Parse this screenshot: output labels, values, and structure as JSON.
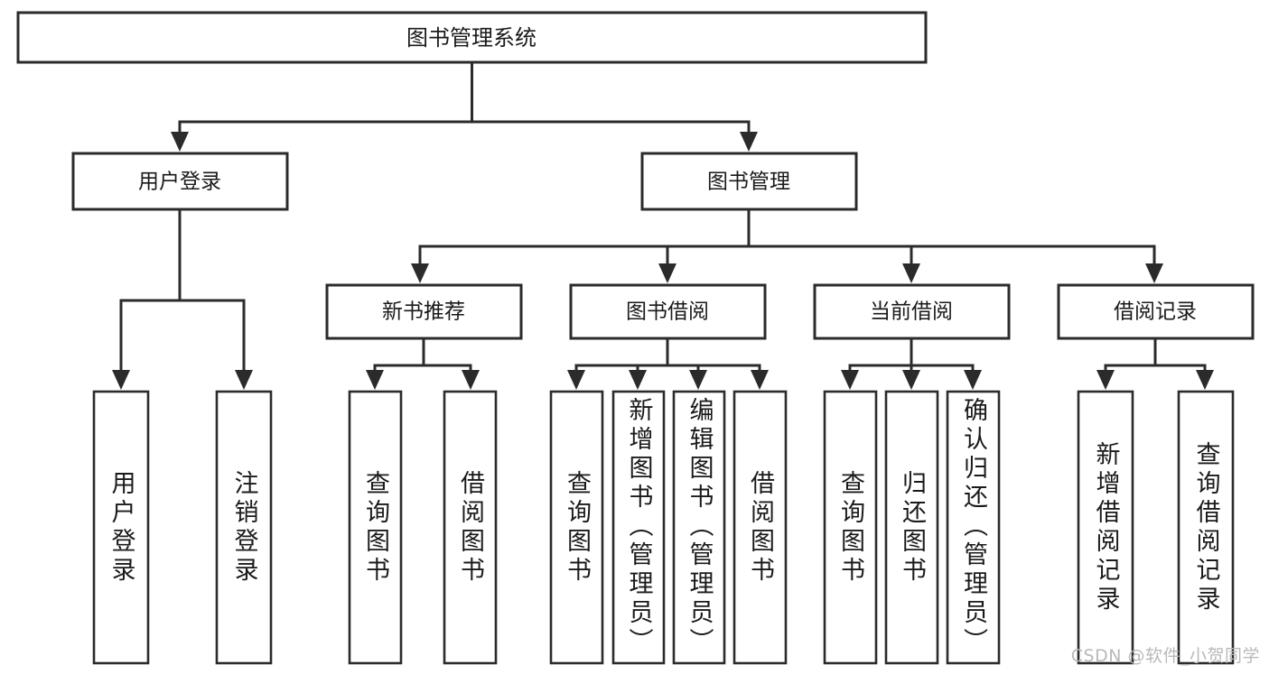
{
  "diagram": {
    "type": "tree",
    "title": "图书管理系统",
    "orientation": "top-down",
    "root": {
      "id": "root",
      "label": "图书管理系统",
      "level": 0
    },
    "level2": [
      {
        "id": "user-login",
        "label": "用户登录"
      },
      {
        "id": "book-manage",
        "label": "图书管理"
      }
    ],
    "level3": [
      {
        "id": "new-book-recommend",
        "label": "新书推荐",
        "parent": "book-manage"
      },
      {
        "id": "book-borrow",
        "label": "图书借阅",
        "parent": "book-manage"
      },
      {
        "id": "current-borrow",
        "label": "当前借阅",
        "parent": "book-manage"
      },
      {
        "id": "borrow-record",
        "label": "借阅记录",
        "parent": "book-manage"
      }
    ],
    "leaves": [
      {
        "id": "leaf-user-login",
        "label": "用户登录",
        "parent": "user-login"
      },
      {
        "id": "leaf-user-logout",
        "label": "注销登录",
        "parent": "user-login"
      },
      {
        "id": "leaf-query-book-1",
        "label": "查询图书",
        "parent": "new-book-recommend"
      },
      {
        "id": "leaf-borrow-book-1",
        "label": "借阅图书",
        "parent": "new-book-recommend"
      },
      {
        "id": "leaf-query-book-2",
        "label": "查询图书",
        "parent": "book-borrow"
      },
      {
        "id": "leaf-add-book",
        "label": "新增图书（管理员）",
        "parent": "book-borrow"
      },
      {
        "id": "leaf-edit-book",
        "label": "编辑图书（管理员）",
        "parent": "book-borrow"
      },
      {
        "id": "leaf-borrow-book-2",
        "label": "借阅图书",
        "parent": "book-borrow"
      },
      {
        "id": "leaf-query-book-3",
        "label": "查询图书",
        "parent": "current-borrow"
      },
      {
        "id": "leaf-return-book",
        "label": "归还图书",
        "parent": "current-borrow"
      },
      {
        "id": "leaf-confirm-return",
        "label": "确认归还（管理员）",
        "parent": "current-borrow"
      },
      {
        "id": "leaf-add-record",
        "label": "新增借阅记录",
        "parent": "borrow-record"
      },
      {
        "id": "leaf-query-record",
        "label": "查询借阅记录",
        "parent": "borrow-record"
      }
    ],
    "colors": {
      "stroke": "#2b2b2b",
      "fill": "#ffffff",
      "text": "#1a1a1a",
      "watermark": "#b9b9b9"
    }
  },
  "watermark": {
    "text": "CSDN @软件_小贺同学"
  }
}
